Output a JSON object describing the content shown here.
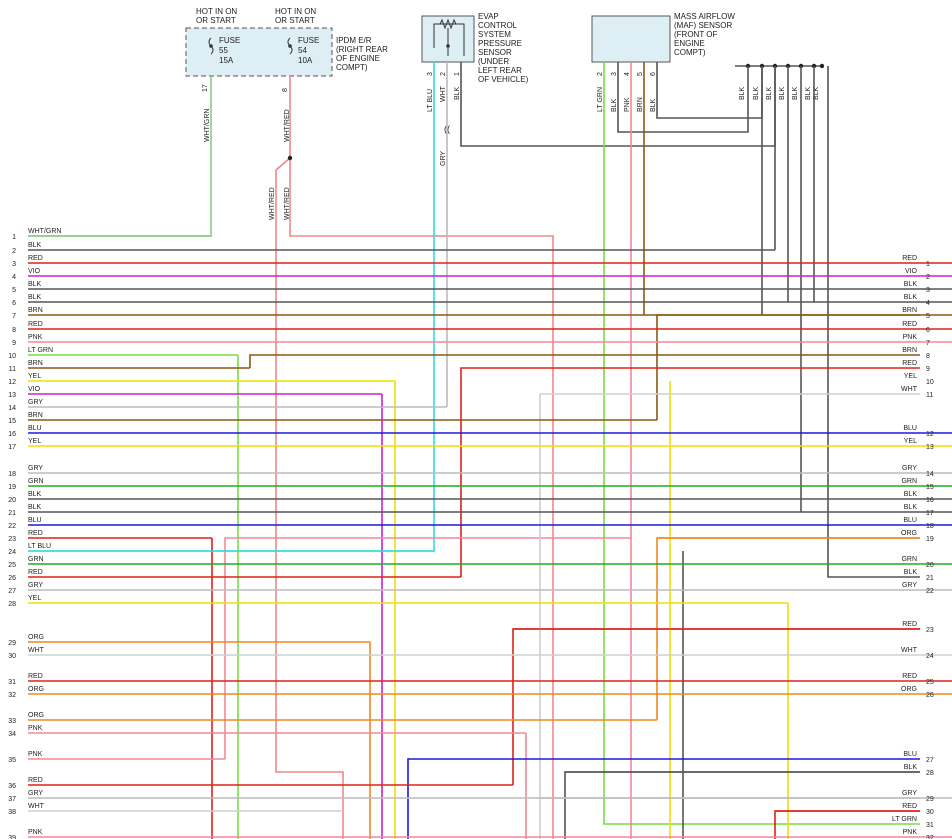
{
  "colors": {
    "BLK": "#555555",
    "RED": "#e0201a",
    "VIO": "#cc22cc",
    "BRN": "#8a5a10",
    "PNK": "#ee8a9a",
    "LT GRN": "#77dd44",
    "YEL": "#f0e000",
    "GRY": "#bbbbbb",
    "BLU": "#1a1add",
    "LT BLU": "#33dddd",
    "GRN": "#22aa22",
    "ORG": "#ee8822",
    "WHT": "#cfcfcf",
    "WHT/GRN": "#88cc88",
    "WHT/RED": "#ee8888",
    "box_fill": "#ddeef5"
  },
  "fuse_hot_labels": {
    "f55": "HOT IN ON\nOR START",
    "f54": "HOT IN ON\nOR START"
  },
  "fuses": [
    {
      "label": "FUSE",
      "num": "55",
      "amps": "15A"
    },
    {
      "label": "FUSE",
      "num": "54",
      "amps": "10A"
    }
  ],
  "ipdm_label": "IPDM E/R\n(RIGHT REAR\nOF ENGINE\nCOMPT)",
  "fuse_pins": {
    "f55": "17",
    "f54": "8"
  },
  "fuse_wire_labels": {
    "f55": "WHT/GRN",
    "f54": "WHT/RED",
    "split_a": "WHT/RED",
    "split_b": "WHT/RED"
  },
  "evap_label": "EVAP\nCONTROL\nSYSTEM\nPRESSURE\nSENSOR\n(UNDER\nLEFT REAR\nOF VEHICLE)",
  "evap_pins": [
    {
      "pin": "3",
      "wire": "LT BLU"
    },
    {
      "pin": "2",
      "wire": "WHT"
    },
    {
      "pin": "1",
      "wire": "BLK"
    }
  ],
  "evap_gry_label": "GRY",
  "maf_label": "MASS AIRFLOW\n(MAF) SENSOR\n(FRONT OF\nENGINE\nCOMPT)",
  "maf_pins": [
    {
      "pin": "2",
      "wire": "LT GRN"
    },
    {
      "pin": "3",
      "wire": "BLK"
    },
    {
      "pin": "4",
      "wire": "PNK"
    },
    {
      "pin": "5",
      "wire": "BRN"
    },
    {
      "pin": "6",
      "wire": "BLK"
    }
  ],
  "ground_labels": [
    "BLK",
    "BLK",
    "BLK",
    "BLK",
    "BLK",
    "BLK",
    "BLK"
  ],
  "left_rows": [
    {
      "pin": "1",
      "wire": "WHT/GRN"
    },
    {
      "pin": "2",
      "wire": "BLK"
    },
    {
      "pin": "3",
      "wire": "RED"
    },
    {
      "pin": "4",
      "wire": "VIO"
    },
    {
      "pin": "5",
      "wire": "BLK"
    },
    {
      "pin": "6",
      "wire": "BLK"
    },
    {
      "pin": "7",
      "wire": "BRN"
    },
    {
      "pin": "8",
      "wire": "RED"
    },
    {
      "pin": "9",
      "wire": "PNK"
    },
    {
      "pin": "10",
      "wire": "LT GRN"
    },
    {
      "pin": "11",
      "wire": "BRN"
    },
    {
      "pin": "12",
      "wire": "YEL"
    },
    {
      "pin": "13",
      "wire": "VIO"
    },
    {
      "pin": "14",
      "wire": "GRY"
    },
    {
      "pin": "15",
      "wire": "BRN"
    },
    {
      "pin": "16",
      "wire": "BLU"
    },
    {
      "pin": "17",
      "wire": "YEL"
    },
    {
      "pin": "18",
      "wire": "GRY"
    },
    {
      "pin": "19",
      "wire": "GRN"
    },
    {
      "pin": "20",
      "wire": "BLK"
    },
    {
      "pin": "21",
      "wire": "BLK"
    },
    {
      "pin": "22",
      "wire": "BLU"
    },
    {
      "pin": "23",
      "wire": "RED"
    },
    {
      "pin": "24",
      "wire": "LT BLU"
    },
    {
      "pin": "25",
      "wire": "GRN"
    },
    {
      "pin": "26",
      "wire": "RED"
    },
    {
      "pin": "27",
      "wire": "GRY"
    },
    {
      "pin": "28",
      "wire": "YEL"
    },
    {
      "pin": "29",
      "wire": "ORG"
    },
    {
      "pin": "30",
      "wire": "WHT"
    },
    {
      "pin": "31",
      "wire": "RED"
    },
    {
      "pin": "32",
      "wire": "ORG"
    },
    {
      "pin": "33",
      "wire": "ORG"
    },
    {
      "pin": "34",
      "wire": "PNK"
    },
    {
      "pin": "35",
      "wire": "PNK"
    },
    {
      "pin": "36",
      "wire": "RED"
    },
    {
      "pin": "37",
      "wire": "GRY"
    },
    {
      "pin": "38",
      "wire": "WHT"
    },
    {
      "pin": "39",
      "wire": "PNK"
    }
  ],
  "right_rows": [
    {
      "pin": "1",
      "wire": "RED"
    },
    {
      "pin": "2",
      "wire": "VIO"
    },
    {
      "pin": "3",
      "wire": "BLK"
    },
    {
      "pin": "4",
      "wire": "BLK"
    },
    {
      "pin": "5",
      "wire": "BRN"
    },
    {
      "pin": "6",
      "wire": "RED"
    },
    {
      "pin": "7",
      "wire": "PNK"
    },
    {
      "pin": "8",
      "wire": "BRN"
    },
    {
      "pin": "9",
      "wire": "RED"
    },
    {
      "pin": "10",
      "wire": "YEL"
    },
    {
      "pin": "11",
      "wire": "WHT"
    },
    {
      "pin": "12",
      "wire": "BLU"
    },
    {
      "pin": "13",
      "wire": "YEL"
    },
    {
      "pin": "14",
      "wire": "GRY"
    },
    {
      "pin": "15",
      "wire": "GRN"
    },
    {
      "pin": "16",
      "wire": "BLK"
    },
    {
      "pin": "17",
      "wire": "BLK"
    },
    {
      "pin": "18",
      "wire": "BLU"
    },
    {
      "pin": "19",
      "wire": "ORG"
    },
    {
      "pin": "20",
      "wire": "GRN"
    },
    {
      "pin": "21",
      "wire": "BLK"
    },
    {
      "pin": "22",
      "wire": "GRY"
    },
    {
      "pin": "23",
      "wire": "RED"
    },
    {
      "pin": "24",
      "wire": "WHT"
    },
    {
      "pin": "25",
      "wire": "RED"
    },
    {
      "pin": "26",
      "wire": "ORG"
    },
    {
      "pin": "27",
      "wire": "BLU"
    },
    {
      "pin": "28",
      "wire": "BLK"
    },
    {
      "pin": "29",
      "wire": "GRY"
    },
    {
      "pin": "30",
      "wire": "RED"
    },
    {
      "pin": "31",
      "wire": "LT GRN"
    },
    {
      "pin": "32",
      "wire": "PNK"
    }
  ]
}
